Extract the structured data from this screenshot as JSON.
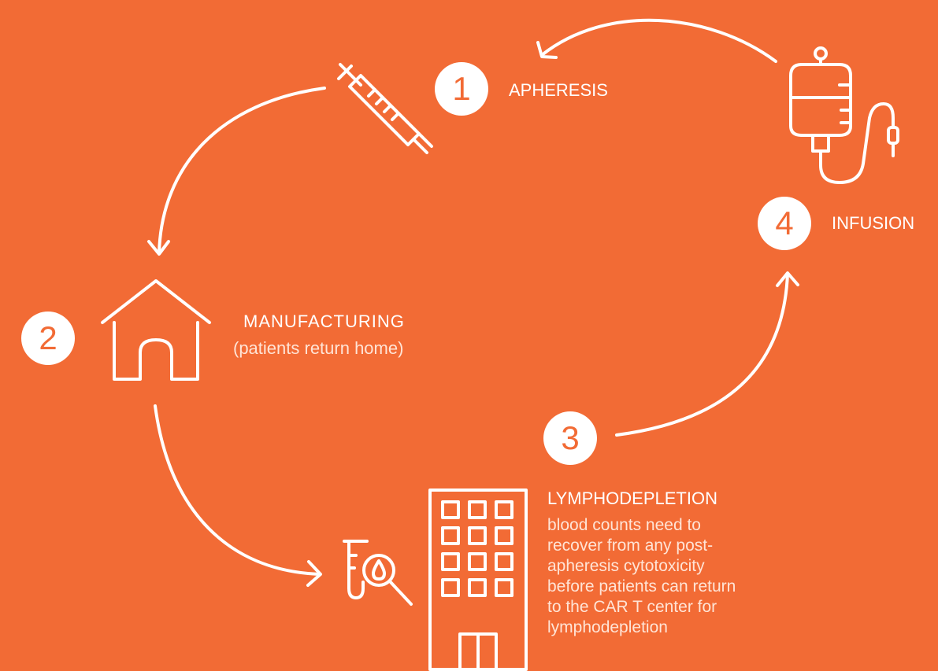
{
  "colors": {
    "background": "#F26B35",
    "foreground": "#FFFFFF",
    "number_text": "#F26B35",
    "secondary_text": "#FFE4D6"
  },
  "steps": [
    {
      "number": "1",
      "label": "APHERESIS",
      "icon": "syringe-icon"
    },
    {
      "number": "2",
      "label": "MANUFACTURING",
      "sublabel": "(patients return home)",
      "icon": "house-icon"
    },
    {
      "number": "3",
      "label": "LYMPHODEPLETION",
      "description": "blood counts need to recover from any post-apheresis cytotoxicity before patients can return to the CAR T center for lymphodepletion",
      "description_lines": [
        "blood counts need to",
        "recover from any post-",
        "apheresis cytotoxicity",
        "before patients can return",
        "to the CAR T center for",
        "lymphodepletion"
      ],
      "icons": [
        "test-tube-magnifier-icon",
        "hospital-building-icon"
      ]
    },
    {
      "number": "4",
      "label": "INFUSION",
      "icon": "iv-bag-icon"
    }
  ]
}
